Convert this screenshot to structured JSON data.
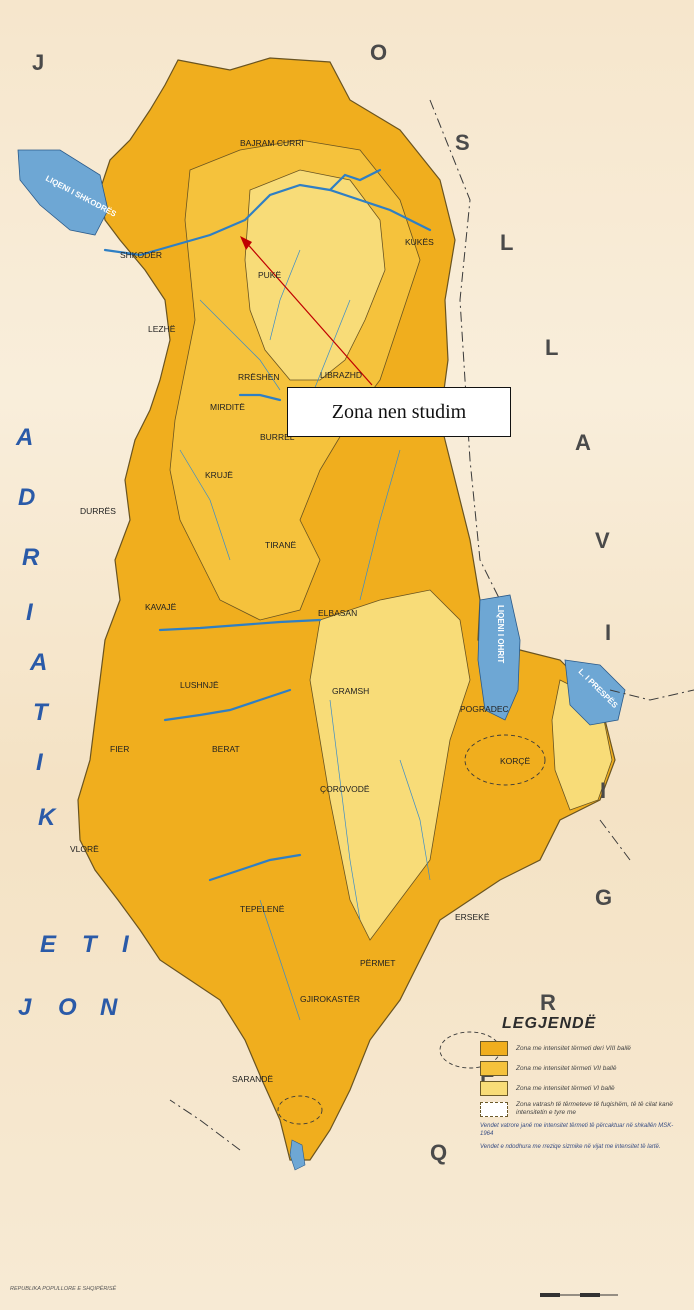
{
  "callout": {
    "label": "Zona nen studim"
  },
  "legend": {
    "title": "LEGJENDË",
    "items": [
      {
        "label": "Zona me intensitet tërmeti deri VIII ballë",
        "color": "#f0ae1e"
      },
      {
        "label": "Zona me intensitet tërmeti VII ballë",
        "color": "#f5c23c"
      },
      {
        "label": "Zona me intensitet tërmeti VI ballë",
        "color": "#f8dc78"
      },
      {
        "label": "Zona vatrash të tërmeteve të fuqishëm, të të cilat kanë intensitetin e tyre me",
        "color": "#ffffff"
      }
    ],
    "note_1": "Vendet vatrore janë me intensitet tërmeti të përcaktuar në shkallën MSK-1964",
    "note_2": "Vendet e ndodhura me rreziqe sizmike në vijat me intensitet të lartë."
  },
  "sea_labels": {
    "adriatik": [
      "A",
      "D",
      "R",
      "I",
      "A",
      "T",
      "I",
      "K"
    ],
    "jon": [
      "E",
      "T",
      "I",
      "J",
      "O",
      "N"
    ]
  },
  "border_labels": {
    "jugosllavi": [
      "J",
      "O",
      "S",
      "L",
      "L",
      "A",
      "V",
      "I"
    ],
    "greqi": [
      "G",
      "R",
      "E",
      "Q",
      "I"
    ]
  },
  "lakes": {
    "shkoder": "LIQENI I SHKODRËS",
    "ohri": "LIQENI I OHRIT",
    "prespe": "L. I PRESPËS"
  },
  "cities": [
    "BAJRAM CURRI",
    "SHKODËR",
    "KUKËS",
    "PUKË",
    "LEZHË",
    "RRËSHEN",
    "LIBRAZHD",
    "MIRDITË",
    "BURREL",
    "KRUJË",
    "TIRANË",
    "DURRËS",
    "KAVAJË",
    "ELBASAN",
    "LUSHNJË",
    "FIER",
    "BERAT",
    "GRAMSH",
    "POGRADEC",
    "KORÇË",
    "ÇOROVODË",
    "VLORË",
    "TEPELENË",
    "PËRMET",
    "ERSEKË",
    "GJIROKASTËR",
    "SARANDË"
  ],
  "bottom_note": "REPUBLIKA POPULLORE E SHQIPËRISË"
}
